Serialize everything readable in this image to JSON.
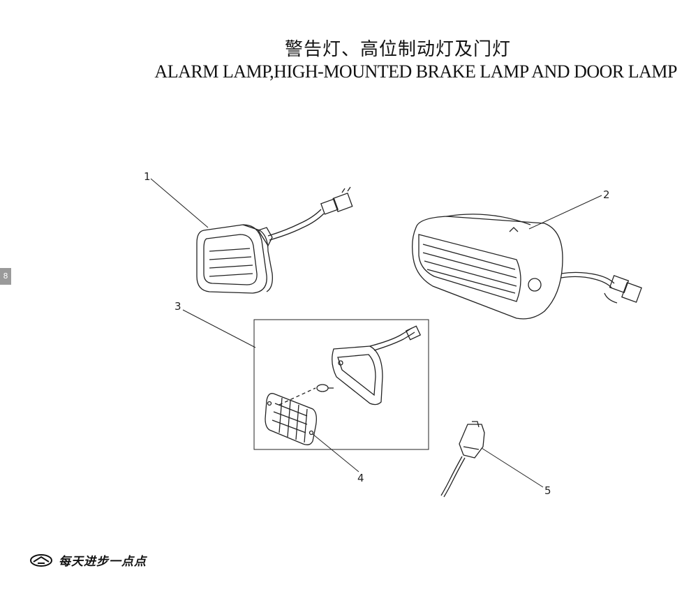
{
  "title": {
    "cn": "警告灯、高位制动灯及门灯",
    "en": "ALARM LAMP,HIGH-MOUNTED BRAKE LAMP AND DOOR LAMP"
  },
  "page_tab": "8",
  "callouts": {
    "c1": "1",
    "c2": "2",
    "c3": "3",
    "c4": "4",
    "c5": "5"
  },
  "footer": {
    "slogan": "每天进步一点点"
  }
}
